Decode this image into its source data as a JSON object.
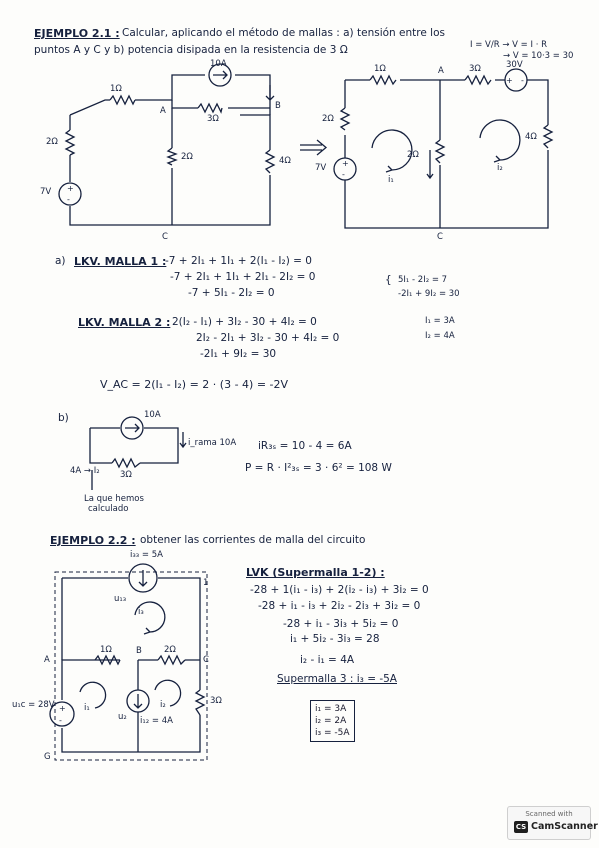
{
  "ex1": {
    "title": "EJEMPLO 2.1 :",
    "statement": "Calcular, aplicando el método de mallas : a) tensión entre los",
    "statement2": "puntos A y C  y b) potencia disipada en la resistencia de 3 Ω",
    "formula1": "I = V/R → V = I · R",
    "formula2": "→ V = 10·3 = 30",
    "circuit_left": {
      "r_top": "1Ω",
      "r_mid": "3Ω",
      "src_top": "10A",
      "r_left": "2Ω",
      "r_center": "2Ω",
      "r_right": "4Ω",
      "vsrc": "7V",
      "node_a": "A",
      "node_b": "B",
      "node_c": "C"
    },
    "circuit_right": {
      "r_top1": "1Ω",
      "r_top2": "3Ω",
      "vsrc_top": "30V",
      "r_left": "2Ω",
      "r_center": "2Ω",
      "r_right": "4Ω",
      "vsrc": "7V",
      "i1": "i₁",
      "i2": "i₂",
      "node_a": "A",
      "node_c": "C"
    },
    "part_a": "a)",
    "lkv1_title": "LKV. MALLA 1 :",
    "lkv1_l1": "-7 + 2I₁ + 1I₁ + 2(I₁ - I₂) = 0",
    "lkv1_l2": "-7 + 2I₁ + 1I₁ + 2I₁ - 2I₂ = 0",
    "lkv1_l3": "-7 + 5I₁ - 2I₂ = 0",
    "sys1": "5I₁ - 2I₂ = 7",
    "sys2": "-2I₁ + 9I₂ = 30",
    "lkv2_title": "LKV. MALLA 2 :",
    "lkv2_l1": "2(I₂ - I₁) + 3I₂ - 30 + 4I₂ = 0",
    "lkv2_l2": "2I₂ - 2I₁ + 3I₂ - 30 + 4I₂ = 0",
    "lkv2_l3": "-2I₁ + 9I₂ = 30",
    "res1": "I₁ = 3A",
    "res2": "I₂ = 4A",
    "vac": "V_AC = 2(I₁ - I₂) = 2 · (3 - 4) = -2V",
    "part_b": "b)",
    "b_src": "10A",
    "b_i_label": "i_rama 10A",
    "b_node": "4A → I₂",
    "b_r": "3Ω",
    "b_note1": "La que hemos",
    "b_note2": "calculado",
    "b_eq1": "iR₃ₛ = 10 - 4 = 6A",
    "b_eq2": "P = R · I²₃ₛ = 3 · 6² = 108  W"
  },
  "ex2": {
    "title": "EJEMPLO 2.2 :",
    "statement": "obtener las corrientes de malla del circuito",
    "src_top_label": "i₃₃ = 5A",
    "u_label": "u₁₃",
    "i3": "i₃",
    "r1": "1Ω",
    "r2": "2Ω",
    "r3": "3Ω",
    "node_a": "A",
    "node_b": "B",
    "node_c": "C",
    "node_g": "G",
    "node_1": "1",
    "vsrc_label": "u₁c = 28V",
    "isrc_label": "i₁₂ = 4A",
    "u2": "u₂",
    "i1": "i₁",
    "i2": "i₂",
    "lvk_title": "LVK (Supermalla 1-2) :",
    "l1": "-28 + 1(i₁ - i₃) + 2(i₂ - i₃) + 3i₂ = 0",
    "l2": "-28 + i₁ - i₃ + 2i₂ - 2i₃ + 3i₂ = 0",
    "l3": "-28 + i₁ - 3i₃ + 5i₂ = 0",
    "l4": "i₁ + 5i₂ - 3i₃ = 28",
    "l5": "i₂ - i₁ = 4A",
    "super3": "Supermalla 3 :  i₃ = -5A",
    "ans1": "i₁ = 3A",
    "ans2": "i₂ = 2A",
    "ans3": "i₃ = -5A"
  },
  "scanner": {
    "text": "Scanned with",
    "brand": "CamScanner",
    "logo": "CS"
  }
}
